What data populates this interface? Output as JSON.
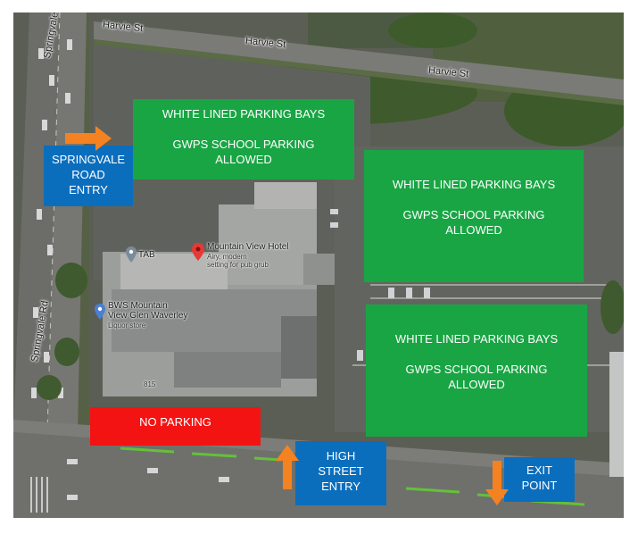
{
  "streets": {
    "harvie_1": "Harvie St",
    "harvie_2": "Harvie St",
    "harvie_3": "Harvie St",
    "springvale_1": "Springvale Rd",
    "springvale_2": "Springvale Rd",
    "number_815": "815"
  },
  "pois": {
    "hotel_name": "Mountain View Hotel",
    "hotel_desc_1": "Airy, modern",
    "hotel_desc_2": "setting for pub grub",
    "tab": "TAB",
    "bws_1": "BWS Mountain",
    "bws_2": "View Glen Waverley",
    "bws_3": "Liquor store"
  },
  "zones": {
    "top_left": {
      "line1": "WHITE LINED PARKING BAYS",
      "line2": "GWPS SCHOOL PARKING",
      "line3": "ALLOWED"
    },
    "middle_right": {
      "line1": "WHITE LINED PARKING BAYS",
      "line2": "GWPS SCHOOL PARKING",
      "line3": "ALLOWED"
    },
    "bottom_right": {
      "line1": "WHITE LINED PARKING BAYS",
      "line2": "GWPS SCHOOL PARKING",
      "line3": "ALLOWED"
    },
    "no_parking": "NO PARKING"
  },
  "entries": {
    "springvale": {
      "line1": "SPRINGVALE",
      "line2": "ROAD",
      "line3": "ENTRY"
    },
    "high_street": {
      "line1": "HIGH",
      "line2": "STREET",
      "line3": "ENTRY"
    },
    "exit": {
      "line1": "EXIT",
      "line2": "POINT"
    }
  },
  "colors": {
    "zone_green": "#19a544",
    "entry_blue": "#0b6ebd",
    "no_parking_red": "#f41313",
    "arrow_orange": "#f58220",
    "pin_red": "#e53935"
  }
}
